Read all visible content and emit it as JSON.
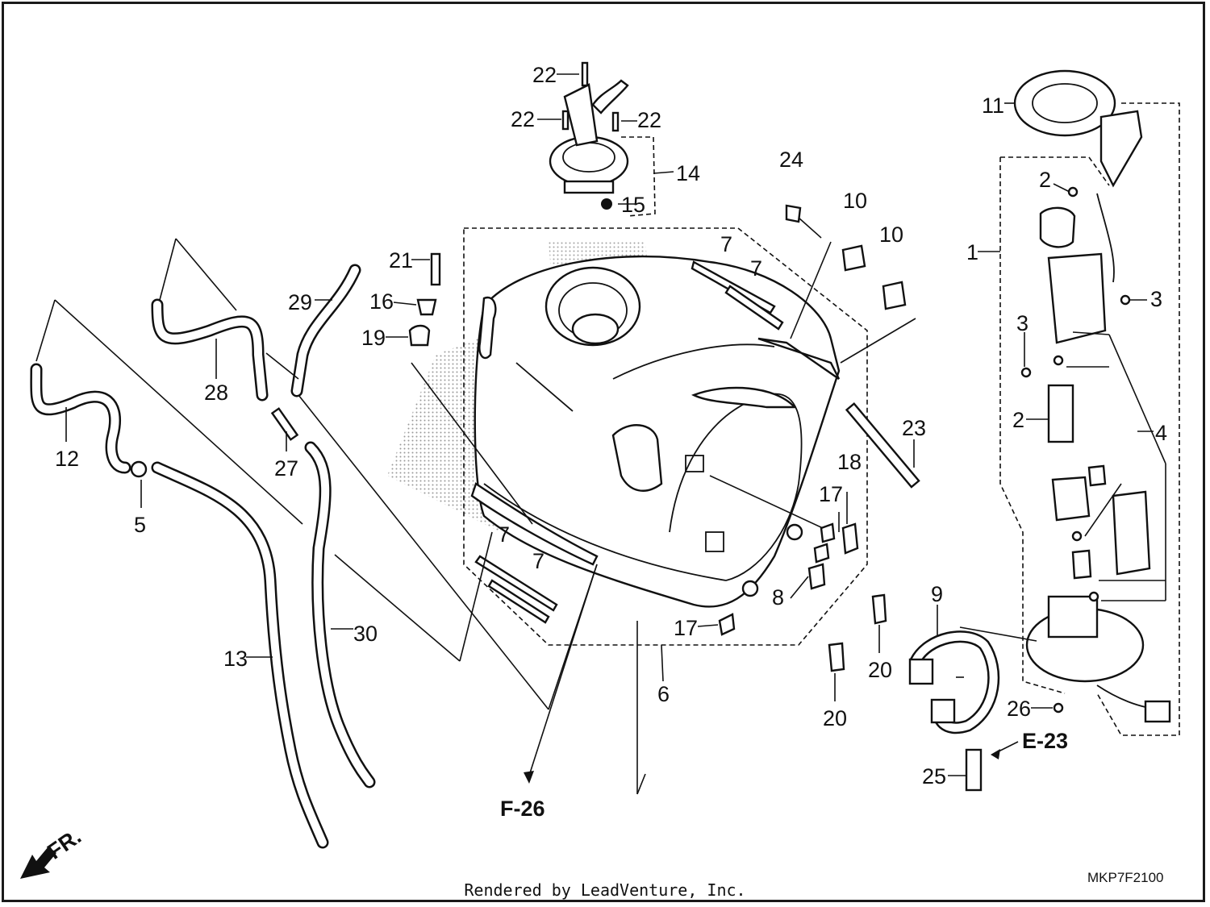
{
  "diagram": {
    "callouts": [
      {
        "id": "c1",
        "label": "1"
      },
      {
        "id": "c2a",
        "label": "2"
      },
      {
        "id": "c2b",
        "label": "2"
      },
      {
        "id": "c3a",
        "label": "3"
      },
      {
        "id": "c3b",
        "label": "3"
      },
      {
        "id": "c4",
        "label": "4"
      },
      {
        "id": "c5",
        "label": "5"
      },
      {
        "id": "c6",
        "label": "6"
      },
      {
        "id": "c7a",
        "label": "7"
      },
      {
        "id": "c7b",
        "label": "7"
      },
      {
        "id": "c7c",
        "label": "7"
      },
      {
        "id": "c7d",
        "label": "7"
      },
      {
        "id": "c8",
        "label": "8"
      },
      {
        "id": "c9",
        "label": "9"
      },
      {
        "id": "c10a",
        "label": "10"
      },
      {
        "id": "c10b",
        "label": "10"
      },
      {
        "id": "c11",
        "label": "11"
      },
      {
        "id": "c12",
        "label": "12"
      },
      {
        "id": "c13",
        "label": "13"
      },
      {
        "id": "c14",
        "label": "14"
      },
      {
        "id": "c15",
        "label": "15"
      },
      {
        "id": "c16",
        "label": "16"
      },
      {
        "id": "c17a",
        "label": "17"
      },
      {
        "id": "c17b",
        "label": "17"
      },
      {
        "id": "c18",
        "label": "18"
      },
      {
        "id": "c19",
        "label": "19"
      },
      {
        "id": "c20a",
        "label": "20"
      },
      {
        "id": "c20b",
        "label": "20"
      },
      {
        "id": "c21",
        "label": "21"
      },
      {
        "id": "c22a",
        "label": "22"
      },
      {
        "id": "c22b",
        "label": "22"
      },
      {
        "id": "c22c",
        "label": "22"
      },
      {
        "id": "c23",
        "label": "23"
      },
      {
        "id": "c24",
        "label": "24"
      },
      {
        "id": "c25",
        "label": "25"
      },
      {
        "id": "c26",
        "label": "26"
      },
      {
        "id": "c27",
        "label": "27"
      },
      {
        "id": "c28",
        "label": "28"
      },
      {
        "id": "c29",
        "label": "29"
      },
      {
        "id": "c30",
        "label": "30"
      }
    ],
    "references": {
      "f26": "F-26",
      "e23": "E-23"
    },
    "front_marker": "FR.",
    "drawing_code": "MKP7F2100"
  },
  "footer": {
    "credit": "Rendered by LeadVenture, Inc."
  }
}
